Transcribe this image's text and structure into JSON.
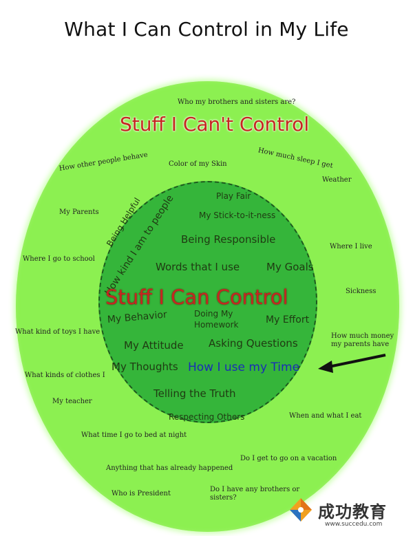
{
  "title": "What I Can Control in My Life",
  "outer": {
    "heading": "Stuff I Can't Control",
    "items": [
      "Who my brothers and sisters are?",
      "How much sleep I get",
      "How other people behave",
      "Color of my Skin",
      "Weather",
      "My Parents",
      "Where I live",
      "Where I go to school",
      "Sickness",
      "What kind of toys I have",
      "How much money",
      "my parents have",
      "What kinds of clothes I",
      "My teacher",
      "When and what I eat",
      "What time I go to bed at night",
      "Do I get to go on a vacation",
      "Anything that has already happened",
      "Who is President",
      "Do I have any brothers or",
      "sisters?"
    ]
  },
  "inner": {
    "heading": "Stuff I Can Control",
    "items": [
      "Play Fair",
      "Being Helpful",
      "How kind I am to people",
      "My Stick-to-it-ness",
      "Being Responsible",
      "Words that I use",
      "My Goals",
      "My Behavior",
      "Doing My",
      "Homework",
      "My Effort",
      "My Attitude",
      "Asking Questions",
      "My Thoughts",
      "How I use my Time",
      "Telling the Truth",
      "Respecting Others"
    ]
  },
  "colors": {
    "outer_fill": "#8cf051",
    "inner_fill": "#35b53a",
    "heading_red": "#c62620",
    "time_blue": "#1a2db5"
  },
  "watermark": {
    "chinese": "成功教育",
    "url": "www.succedu.com"
  }
}
